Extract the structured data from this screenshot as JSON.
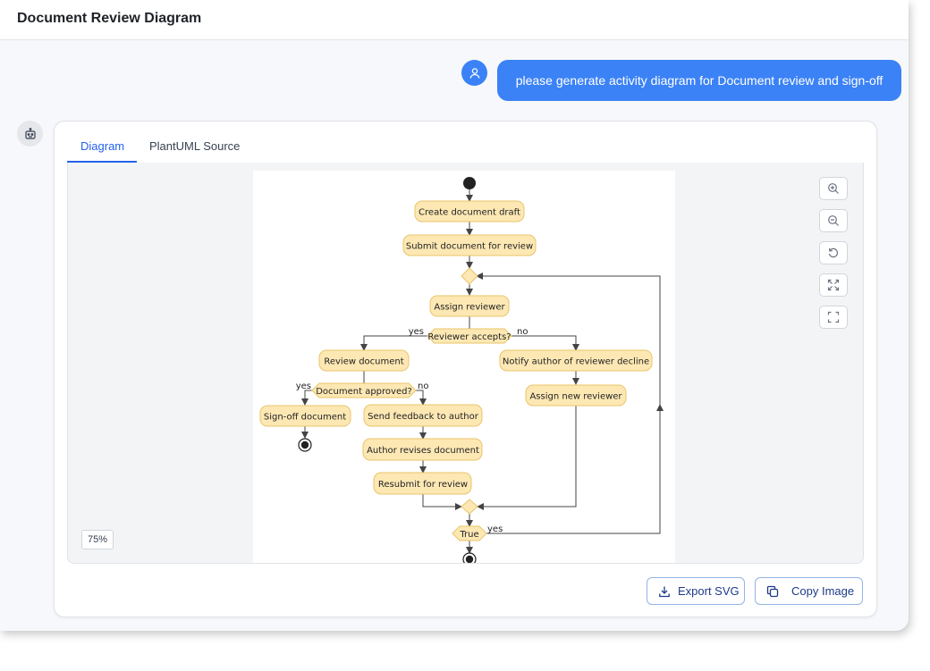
{
  "app": {
    "title": "Document Review Diagram"
  },
  "user_message": {
    "text": "please generate activity diagram for Document review and sign-off"
  },
  "tabs": [
    {
      "label": "Diagram",
      "active": true
    },
    {
      "label": "PlantUML Source",
      "active": false
    }
  ],
  "viewer": {
    "zoom_level": "75%",
    "controls": [
      "zoom-in-icon",
      "zoom-out-icon",
      "reset-icon",
      "fit-icon",
      "fullscreen-icon"
    ]
  },
  "diagram": {
    "actions": {
      "create_draft": "Create document draft",
      "submit": "Submit document for review",
      "assign_reviewer": "Assign reviewer",
      "review": "Review document",
      "notify_decline": "Notify author of reviewer decline",
      "assign_new": "Assign new reviewer",
      "signoff": "Sign-off document",
      "send_feedback": "Send feedback to author",
      "author_revises": "Author revises document",
      "resubmit": "Resubmit for review"
    },
    "decisions": {
      "reviewer_accepts": "Reviewer accepts?",
      "document_approved": "Document approved?",
      "loop_condition": "True"
    },
    "labels": {
      "yes": "yes",
      "no": "no"
    },
    "colors": {
      "node_fill": "#fde8b4",
      "node_stroke": "#e9c46a",
      "line": "#444444"
    }
  },
  "actions": {
    "export_svg": "Export SVG",
    "copy_image": "Copy Image"
  },
  "colors": {
    "accent": "#3b82f6",
    "tab_active": "#2563eb"
  }
}
